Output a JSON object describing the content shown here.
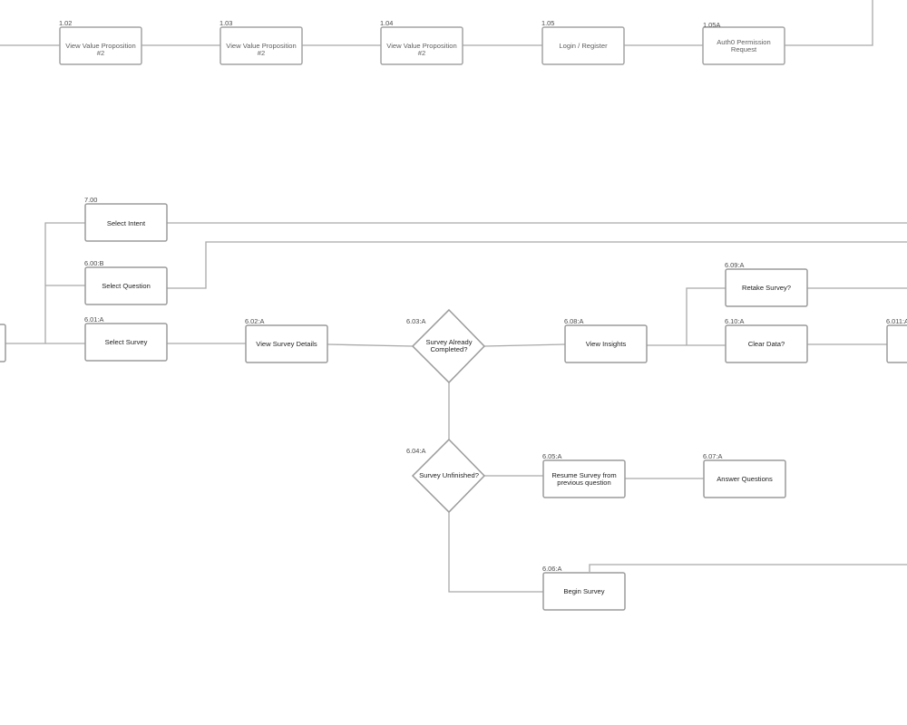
{
  "flow_nodes": {
    "n1_02": {
      "id": "1.02",
      "lines": [
        "View Value Proposition",
        "#2"
      ]
    },
    "n1_03": {
      "id": "1.03",
      "lines": [
        "View Value Proposition",
        "#2"
      ]
    },
    "n1_04": {
      "id": "1.04",
      "lines": [
        "View Value Proposition",
        "#2"
      ]
    },
    "n1_05": {
      "id": "1.05",
      "lines": [
        "Login / Register"
      ]
    },
    "n1_05a": {
      "id": "1.05A",
      "lines": [
        "Auth0 Permission",
        "Request"
      ]
    },
    "n7_00": {
      "id": "7.00",
      "lines": [
        "Select Intent"
      ]
    },
    "n6_00b": {
      "id": "6.00:B",
      "lines": [
        "Select Question"
      ]
    },
    "n6_01a": {
      "id": "6.01:A",
      "lines": [
        "Select Survey"
      ]
    },
    "n6_02a": {
      "id": "6.02:A",
      "lines": [
        "View Survey Details"
      ]
    },
    "n6_03a": {
      "id": "6.03:A",
      "lines": [
        "Survey Already",
        "Completed?"
      ]
    },
    "n6_08a": {
      "id": "6.08:A",
      "lines": [
        "View Insights"
      ]
    },
    "n6_09a": {
      "id": "6.09:A",
      "lines": [
        "Retake Survey?"
      ]
    },
    "n6_10a": {
      "id": "6.10:A",
      "lines": [
        "Clear Data?"
      ]
    },
    "n6_011a": {
      "id": "6.011:A",
      "lines": []
    },
    "n6_04a": {
      "id": "6.04:A",
      "lines": [
        "Survey Unfinished?"
      ]
    },
    "n6_05a": {
      "id": "6.05:A",
      "lines": [
        "Resume Survey from",
        "previous question"
      ]
    },
    "n6_07a": {
      "id": "6.07:A",
      "lines": [
        "Answer Questions"
      ]
    },
    "n6_06a": {
      "id": "6.06:A",
      "lines": [
        "Begin Survey"
      ]
    }
  }
}
